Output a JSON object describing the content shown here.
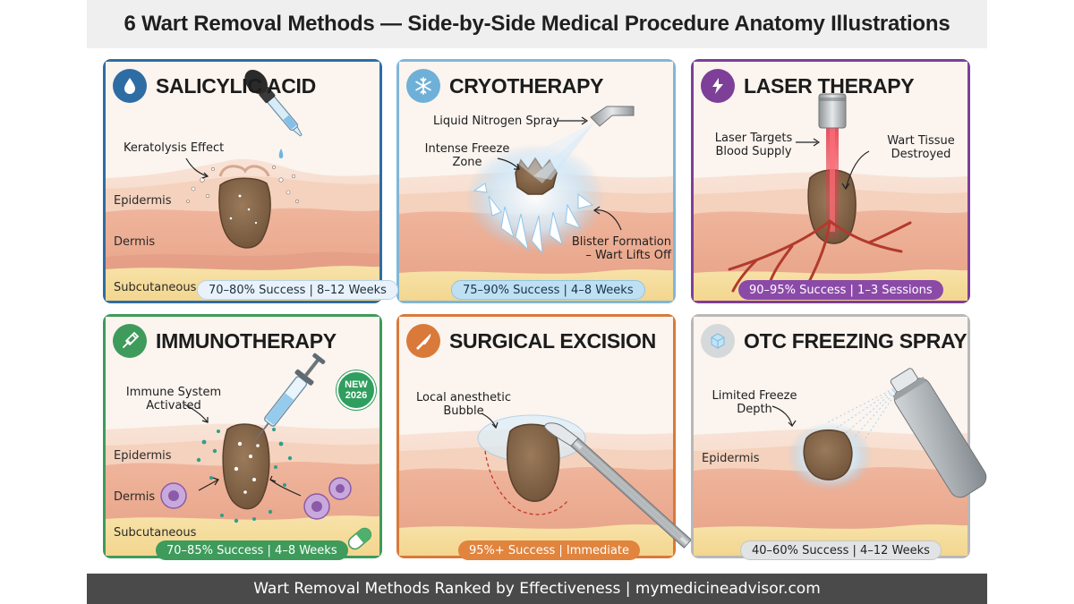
{
  "title": "6 Wart Removal Methods — Side-by-Side Medical Procedure Anatomy Illustrations",
  "footer": "Wart Removal Methods Ranked by Effectiveness | mymedicineadvisor.com",
  "colors": {
    "salicylic": "#2e6da4",
    "cryotherapy": "#7fb7d8",
    "laser": "#7d3f98",
    "immunotherapy": "#3e9b5b",
    "surgical": "#d97a3a",
    "otc": "#b8b8b8"
  },
  "panels": {
    "salicylic": {
      "title": "SALICYLIC ACID",
      "icon": "droplet-icon",
      "labels": {
        "effect": "Keratolysis Effect"
      },
      "layers": {
        "epidermis": "Epidermis",
        "dermis": "Dermis",
        "subcutaneous": "Subcutaneous"
      },
      "stat": "70–80% Success | 8–12 Weeks"
    },
    "cryotherapy": {
      "title": "CRYOTHERAPY",
      "icon": "snowflake-icon",
      "labels": {
        "spray": "Liquid Nitrogen Spray",
        "freeze_1": "Intense Freeze",
        "freeze_2": "Zone",
        "blister_1": "Blister Formation",
        "blister_2": "– Wart Lifts Off"
      },
      "stat": "75–90% Success | 4–8 Weeks"
    },
    "laser": {
      "title": "LASER THERAPY",
      "icon": "lightning-icon",
      "labels": {
        "targets_1": "Laser Targets",
        "targets_2": "Blood Supply",
        "destroyed_1": "Wart Tissue",
        "destroyed_2": "Destroyed"
      },
      "stat": "90–95% Success | 1–3 Sessions"
    },
    "immunotherapy": {
      "title": "IMMUNOTHERAPY",
      "icon": "syringe-icon",
      "badge_1": "NEW",
      "badge_2": "2026",
      "labels": {
        "immune_1": "Immune System",
        "immune_2": "Activated"
      },
      "layers": {
        "epidermis": "Epidermis",
        "dermis": "Dermis",
        "subcutaneous": "Subcutaneous"
      },
      "stat": "70–85% Success | 4–8 Weeks"
    },
    "surgical": {
      "title": "SURGICAL EXCISION",
      "icon": "scalpel-icon",
      "labels": {
        "anesthetic_1": "Local anesthetic",
        "anesthetic_2": "Bubble"
      },
      "stat": "95%+ Success | Immediate"
    },
    "otc": {
      "title": "OTC FREEZING SPRAY",
      "icon": "ice-cube-icon",
      "labels": {
        "limited_1": "Limited Freeze",
        "limited_2": "Depth"
      },
      "layers": {
        "epidermis": "Epidermis"
      },
      "stat": "40–60% Success | 4–12 Weeks"
    }
  }
}
